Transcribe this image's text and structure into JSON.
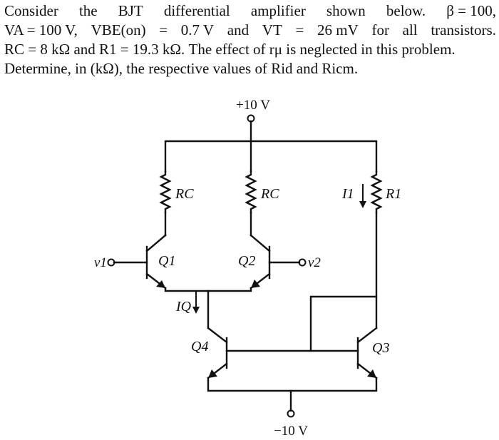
{
  "problem": {
    "lines": [
      [
        "Consider",
        "the",
        "BJT",
        "differential",
        "amplifier",
        "shown",
        "below.",
        "β = 100,"
      ],
      [
        "VA = 100 V,",
        "VBE(on)",
        "=",
        "0.7 V",
        "and",
        "VT",
        "=",
        "26 mV",
        "for",
        "all",
        "transistors."
      ],
      [
        "RC = 8 kΩ and R1 = 19.3 kΩ. The effect of rμ is neglected in this problem."
      ],
      [
        "Determine, in (kΩ), the respective values of Rid and Ricm."
      ]
    ]
  },
  "circuit": {
    "supply_pos": "+10 V",
    "supply_neg": "−10 V",
    "rc_left": "RC",
    "rc_right": "RC",
    "r1": "R1",
    "i1": "I1",
    "iq": "IQ",
    "q1": "Q1",
    "q2": "Q2",
    "q3": "Q3",
    "q4": "Q4",
    "v1": "v1",
    "v2": "v2"
  }
}
